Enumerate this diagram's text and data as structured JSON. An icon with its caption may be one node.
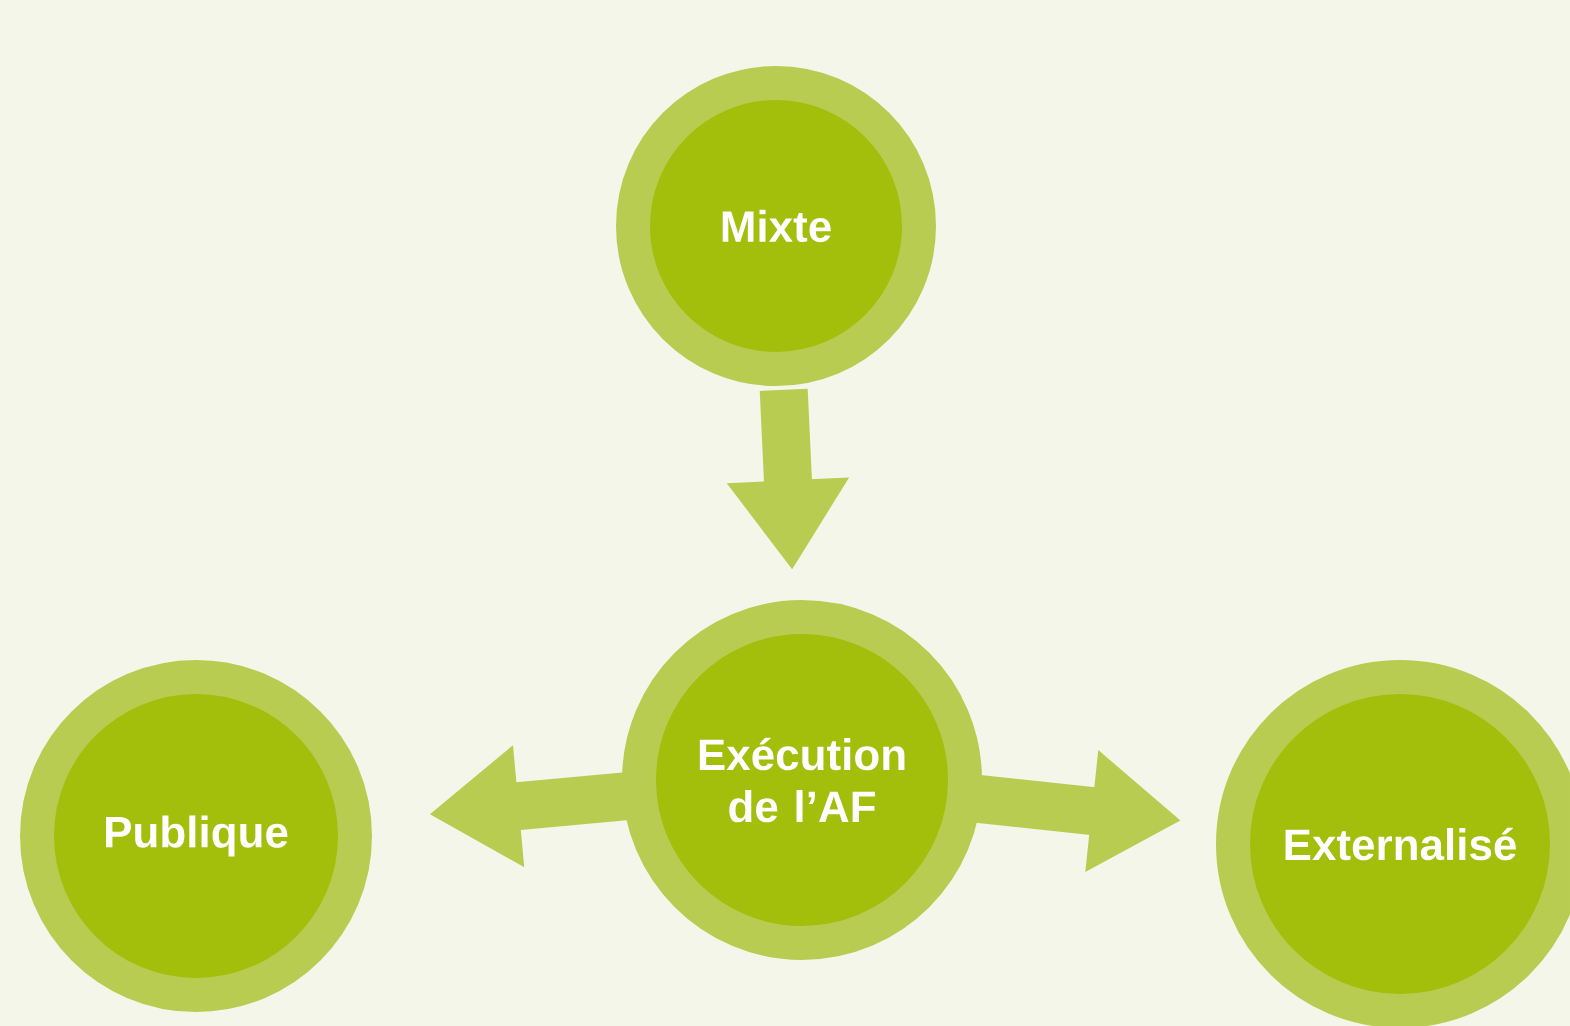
{
  "diagram": {
    "nodes": [
      {
        "text": [
          "Mixte"
        ]
      },
      {
        "text": [
          "Publique"
        ]
      },
      {
        "text": [
          "Exécution de l’AF"
        ]
      },
      {
        "text": [
          "Externalisé"
        ]
      }
    ],
    "edges": [
      {
        "from": 0,
        "to": 2,
        "arrow": "to"
      },
      {
        "from": 2,
        "to": 1,
        "arrow": "to"
      },
      {
        "from": 2,
        "to": 3,
        "arrow": "to"
      }
    ]
  }
}
